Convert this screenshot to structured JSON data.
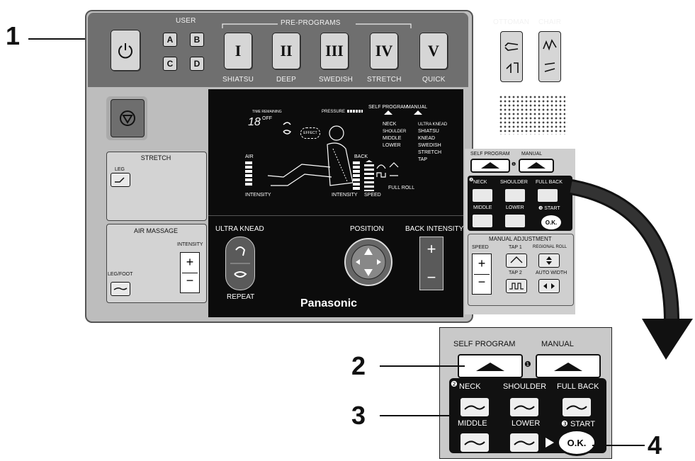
{
  "callouts": [
    "1",
    "2",
    "3",
    "4"
  ],
  "top": {
    "user_label": "USER",
    "user_buttons": [
      "A",
      "B",
      "C",
      "D"
    ],
    "preprograms_label": "PRE-PROGRAMS",
    "programs": [
      {
        "numeral": "I",
        "name": "SHIATSU"
      },
      {
        "numeral": "II",
        "name": "DEEP"
      },
      {
        "numeral": "III",
        "name": "SWEDISH"
      },
      {
        "numeral": "IV",
        "name": "STRETCH"
      },
      {
        "numeral": "V",
        "name": "QUICK"
      }
    ],
    "ottoman_label": "OTTOMAN",
    "chair_label": "CHAIR"
  },
  "left": {
    "stretch_title": "STRETCH",
    "leg_label": "LEG",
    "air_title": "AIR MASSAGE",
    "intensity_label": "INTENSITY",
    "legfoot_label": "LEG/FOOT"
  },
  "display": {
    "time_remaining": "TIME REMAINING",
    "time_value": "18",
    "off": "OFF",
    "pressure": "PRESSURE",
    "self_program": "SELF PROGRAM",
    "manual": "MANUAL",
    "areas": [
      "NECK",
      "SHOULDER",
      "MIDDLE",
      "LOWER"
    ],
    "modes": [
      "ULTRA KNEAD",
      "SHIATSU",
      "KNEAD",
      "SWEDISH",
      "STRETCH",
      "TAP"
    ],
    "effect": "EFFECT",
    "air": "AIR",
    "intensity": "INTENSITY",
    "back": "BACK",
    "intensity2": "INTENSITY",
    "speed": "SPEED",
    "full_roll": "FULL ROLL",
    "ultra_knead": "ULTRA KNEAD",
    "repeat": "REPEAT",
    "position": "POSITION",
    "back_intensity": "BACK INTENSITY",
    "brand": "Panasonic"
  },
  "right": {
    "self_program": "SELF PROGRAM",
    "manual": "MANUAL",
    "step1": "❶",
    "step2": "❷",
    "step3": "❸",
    "neck": "NECK",
    "shoulder": "SHOULDER",
    "full_back": "FULL BACK",
    "middle": "MIDDLE",
    "lower": "LOWER",
    "start": "START",
    "ok": "O.K.",
    "manual_adjustment": "MANUAL ADJUSTMENT",
    "speed": "SPEED",
    "tap1": "TAP 1",
    "tap2": "TAP 2",
    "regional_roll": "REGIONAL ROLL",
    "auto_width": "AUTO WIDTH"
  },
  "zoom": {
    "self_program": "SELF PROGRAM",
    "manual": "MANUAL",
    "step1": "❶",
    "step2": "❷",
    "step3": "❸",
    "neck": "NECK",
    "shoulder": "SHOULDER",
    "full_back": "FULL BACK",
    "middle": "MIDDLE",
    "lower": "LOWER",
    "start": "START",
    "ok": "O.K."
  }
}
